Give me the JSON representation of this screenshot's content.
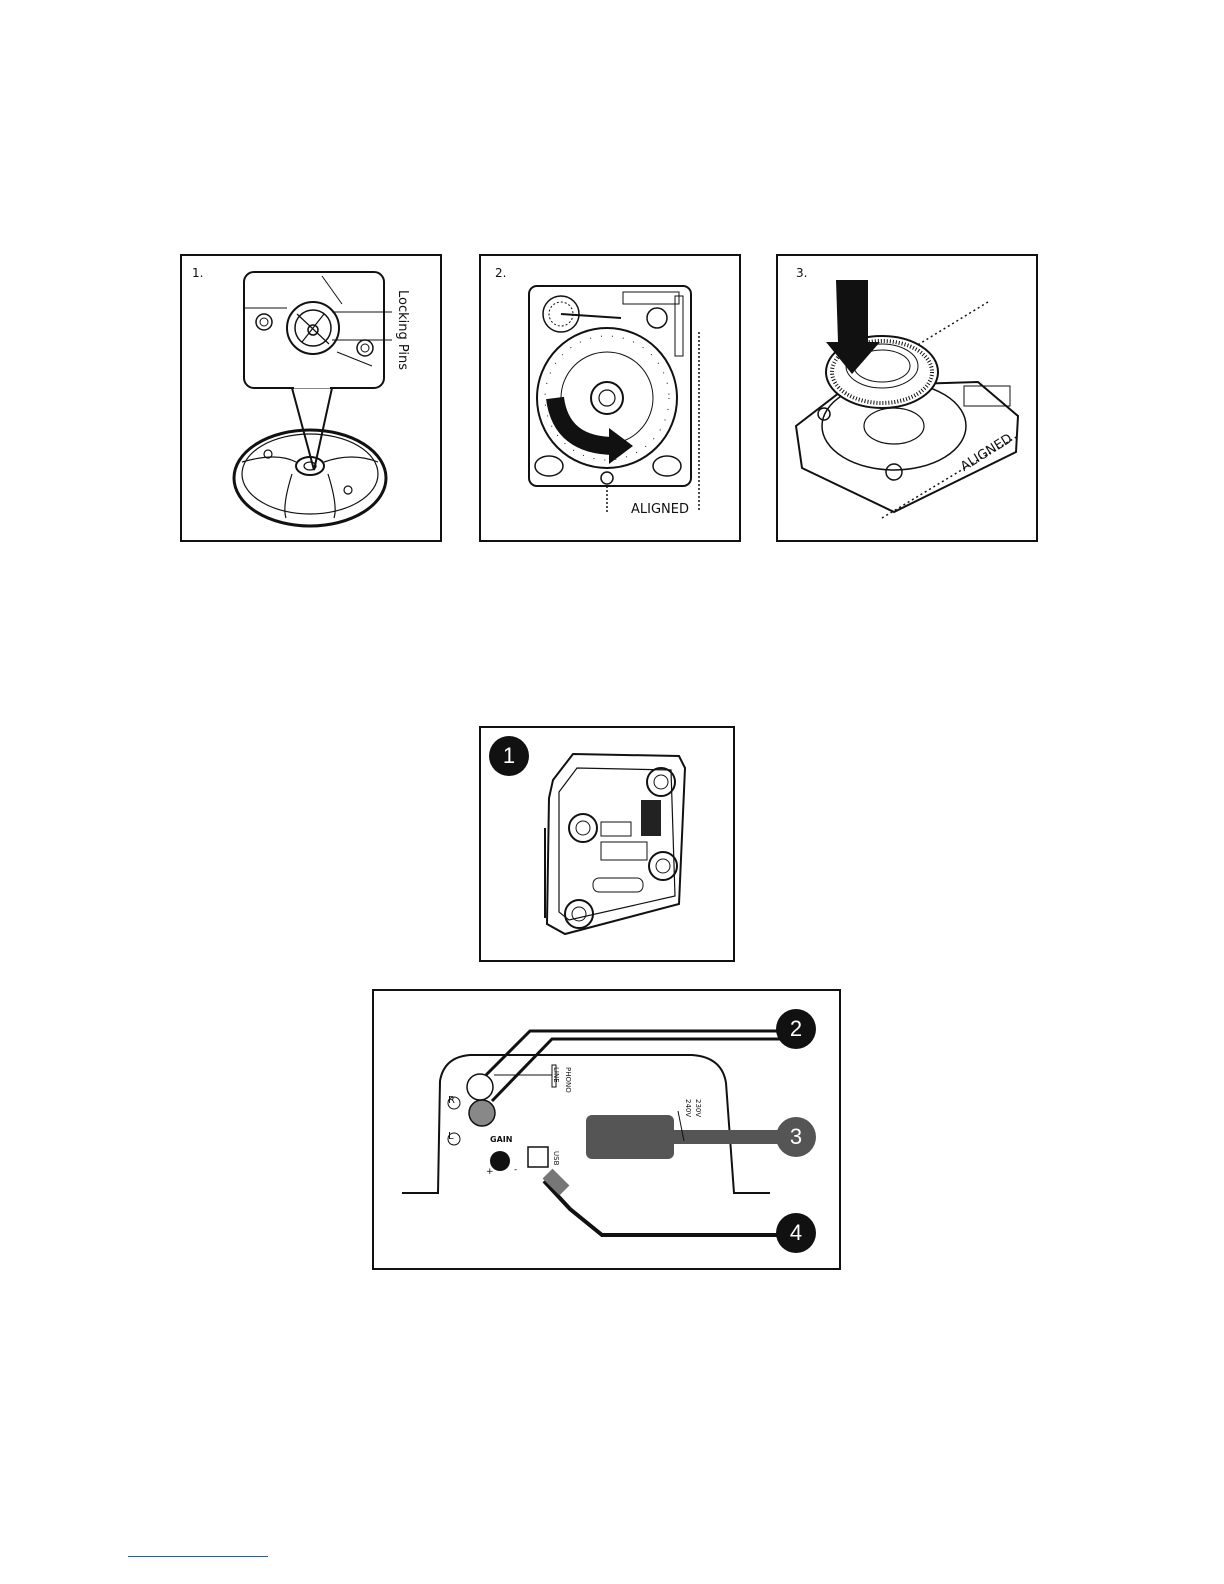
{
  "step_panels": [
    {
      "number": "1.",
      "label": "Locking Pins"
    },
    {
      "number": "2.",
      "label": "ALIGNED"
    },
    {
      "number": "3.",
      "label": "ALIGNED"
    }
  ],
  "bottom_figure": {
    "callout_1": "1",
    "callout_2": "2",
    "callout_3": "3",
    "callout_4": "4",
    "jack_right": "R",
    "jack_left": "L",
    "switch_line": "LINE",
    "switch_phono": "PHONO",
    "gain_label": "GAIN",
    "gain_plus": "+",
    "gain_minus": "-",
    "usb_label": "USB",
    "voltage_high": "230V",
    "voltage_low": "240V"
  }
}
